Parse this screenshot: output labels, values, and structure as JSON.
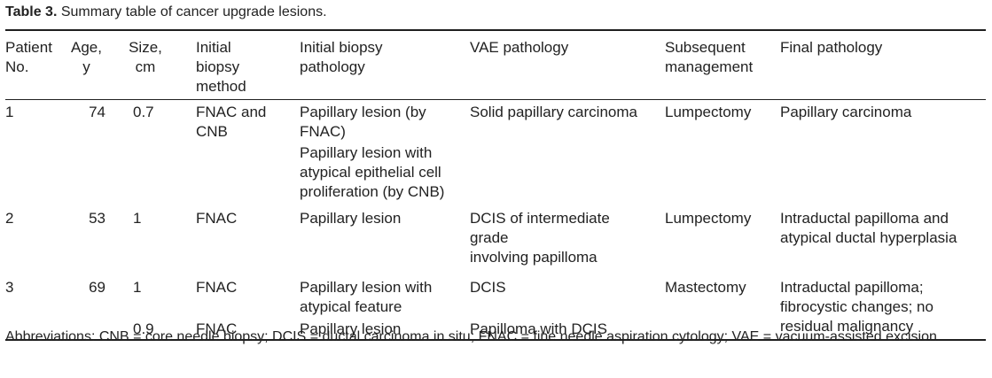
{
  "caption": {
    "label": "Table 3.",
    "text": " Summary table of cancer upgrade lesions."
  },
  "headers": {
    "patient": [
      "Patient",
      "No."
    ],
    "age": [
      "Age,",
      "y"
    ],
    "size": [
      "Size,",
      "cm"
    ],
    "method": [
      "Initial biopsy",
      "method"
    ],
    "initial_pathology": [
      "Initial biopsy",
      "pathology"
    ],
    "vae_pathology": "VAE pathology",
    "management": [
      "Subsequent",
      "management"
    ],
    "final_pathology": "Final pathology"
  },
  "rows": [
    {
      "patient": "1",
      "age": "74",
      "size": "0.7",
      "method": [
        "FNAC and",
        "CNB"
      ],
      "initial_pathology": [
        "Papillary lesion (by",
        "FNAC)"
      ],
      "initial_pathology_2": [
        "Papillary lesion with",
        "atypical epithelial cell",
        "proliferation (by CNB)"
      ],
      "vae_pathology": "Solid papillary carcinoma",
      "management": "Lumpectomy",
      "final_pathology": "Papillary carcinoma"
    },
    {
      "patient": "2",
      "age": "53",
      "size": "1",
      "method": "FNAC",
      "initial_pathology": "Papillary lesion",
      "vae_pathology": [
        "DCIS of intermediate grade",
        "involving papilloma"
      ],
      "management": "Lumpectomy",
      "final_pathology": [
        "Intraductal papilloma and",
        "atypical ductal hyperplasia"
      ]
    },
    {
      "patient": "3",
      "age": "69",
      "size": "1",
      "method": "FNAC",
      "initial_pathology": [
        "Papillary lesion with",
        "atypical feature"
      ],
      "vae_pathology": "DCIS",
      "management": "Mastectomy",
      "final_pathology": [
        "Intraductal papilloma;",
        "fibrocystic changes; no",
        "residual malignancy"
      ]
    },
    {
      "size": "0.9",
      "method": "FNAC",
      "initial_pathology": "Papillary lesion",
      "vae_pathology": "Papilloma with DCIS"
    }
  ],
  "footnote": "Abbreviations: CNB = core needle biopsy; DCIS = ductal carcinoma in situ; FNAC = fine needle aspiration cytology; VAE = vacuum-assisted excision."
}
